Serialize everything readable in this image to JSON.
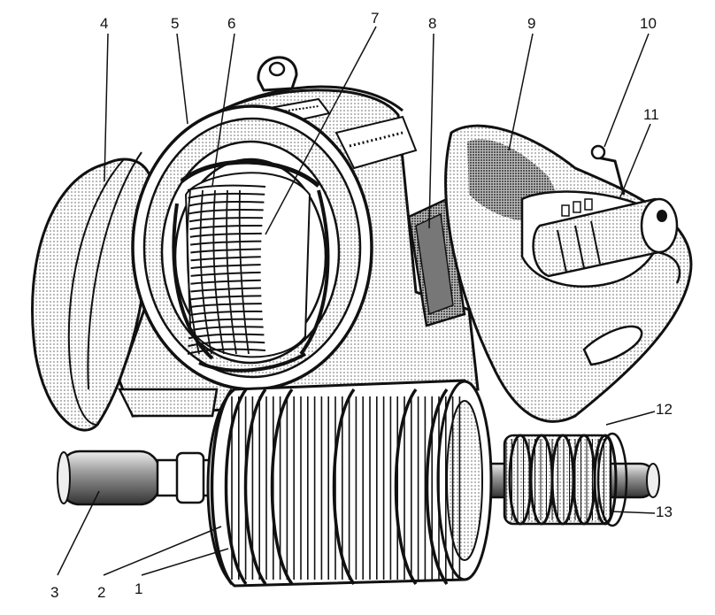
{
  "diagram": {
    "labels": [
      "1",
      "2",
      "3",
      "4",
      "5",
      "6",
      "7",
      "8",
      "9",
      "10",
      "11",
      "12",
      "13"
    ]
  },
  "colors": {
    "ink": "#111111",
    "shade_dark": "#555555",
    "shade_mid": "#9a9a9a",
    "shade_light": "#d6d6d6",
    "paper": "#ffffff"
  }
}
